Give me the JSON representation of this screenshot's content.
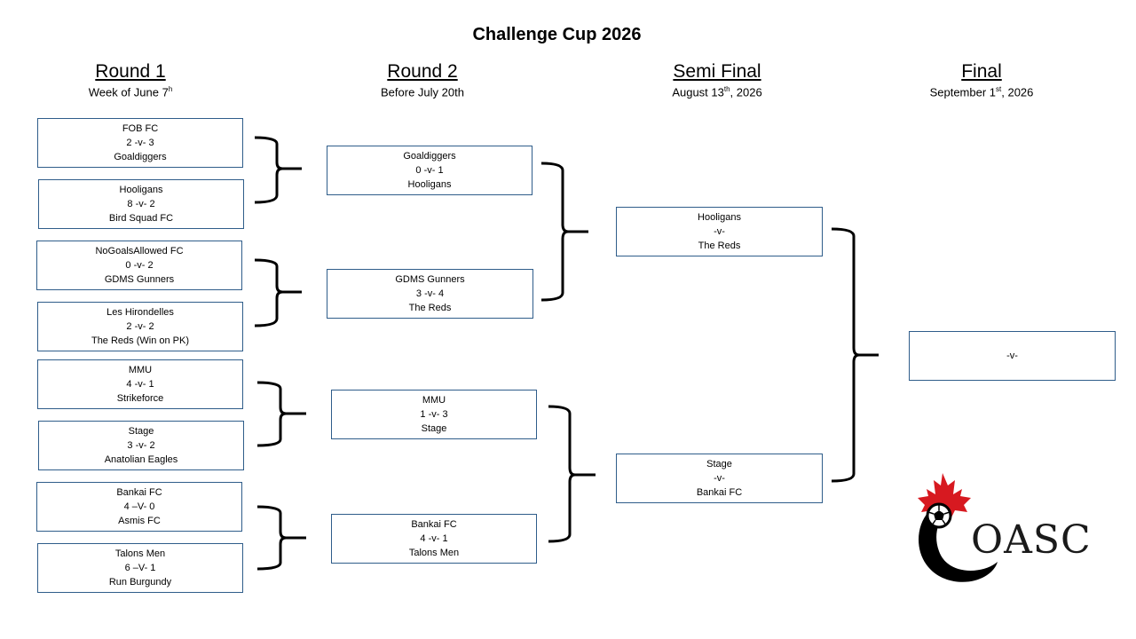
{
  "title": "Challenge Cup 2026",
  "rounds": [
    {
      "name": "Round 1",
      "date": "Week of June 7",
      "date_sup": "h",
      "date_rest": ""
    },
    {
      "name": "Round 2",
      "date": "Before July 20th",
      "date_sup": "",
      "date_rest": ""
    },
    {
      "name": "Semi Final",
      "date": "August 13",
      "date_sup": "th",
      "date_rest": ", 2026"
    },
    {
      "name": "Final",
      "date": "September 1",
      "date_sup": "st",
      "date_rest": ", 2026"
    }
  ],
  "round1": [
    {
      "home": "FOB FC",
      "score": "2 -v- 3",
      "away": "Goaldiggers"
    },
    {
      "home": "Hooligans",
      "score": "8 -v- 2",
      "away": "Bird Squad FC"
    },
    {
      "home": "NoGoalsAllowed FC",
      "score": "0 -v- 2",
      "away": "GDMS Gunners"
    },
    {
      "home": "Les Hirondelles",
      "score": "2 -v- 2",
      "away": "The Reds (Win on PK)"
    },
    {
      "home": "MMU",
      "score": "4 -v- 1",
      "away": "Strikeforce"
    },
    {
      "home": "Stage",
      "score": "3 -v- 2",
      "away": "Anatolian Eagles"
    },
    {
      "home": "Bankai FC",
      "score": "4 –V- 0",
      "away": "Asmis FC"
    },
    {
      "home": "Talons Men",
      "score": "6 –V- 1",
      "away": "Run Burgundy"
    }
  ],
  "round2": [
    {
      "home": "Goaldiggers",
      "score": "0 -v- 1",
      "away": "Hooligans"
    },
    {
      "home": "GDMS Gunners",
      "score": "3 -v- 4",
      "away": "The Reds"
    },
    {
      "home": "MMU",
      "score": "1 -v- 3",
      "away": "Stage"
    },
    {
      "home": "Bankai FC",
      "score": "4 -v- 1",
      "away": "Talons Men"
    }
  ],
  "semis": [
    {
      "home": "Hooligans",
      "score": "-v-",
      "away": "The Reds"
    },
    {
      "home": "Stage",
      "score": "-v-",
      "away": "Bankai FC"
    }
  ],
  "final": {
    "home": "",
    "score": "-v-",
    "away": ""
  },
  "logo": {
    "text": "OASC",
    "leaf_color": "#d71920"
  }
}
